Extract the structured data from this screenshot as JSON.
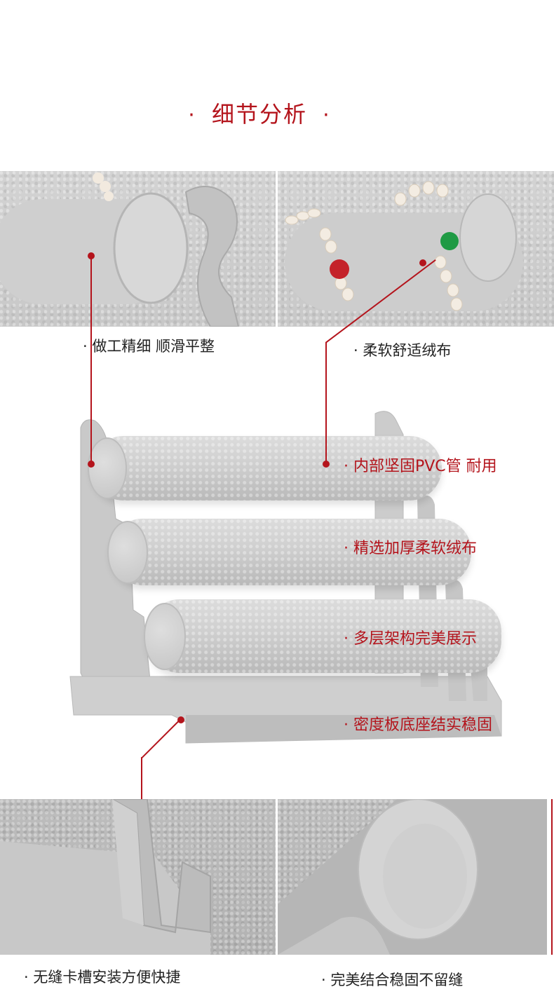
{
  "title": "细节分析",
  "title_dot": "·",
  "captions": {
    "detail_1": "· 做工精细 顺滑平整",
    "detail_2": "· 柔软舒适绒布",
    "feature_1": "· 内部坚固PVC管 耐用",
    "feature_2": "· 精选加厚柔软绒布",
    "feature_3": "· 多层架构完美展示",
    "feature_4": "· 密度板底座结实稳固",
    "detail_3": "· 无缝卡槽安装方便快捷",
    "detail_4": "· 完美结合稳固不留缝"
  },
  "colors": {
    "accent": "#b4141c",
    "velvet": "#c8c8c8"
  }
}
